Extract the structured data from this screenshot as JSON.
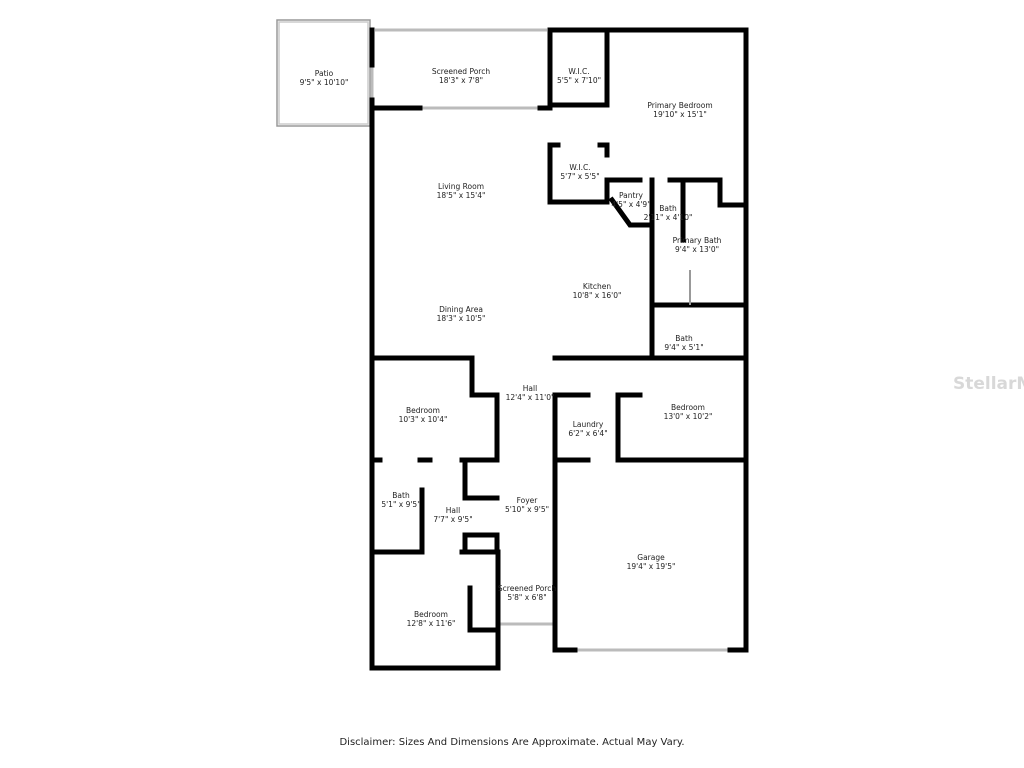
{
  "rooms": [
    {
      "name": "Patio",
      "size": "9'5\" x 10'10\""
    },
    {
      "name": "Screened Porch",
      "size": "18'3\" x 7'8\""
    },
    {
      "name": "W.I.C.",
      "size": "5'5\" x 7'10\""
    },
    {
      "name": "Primary Bedroom",
      "size": "19'10\" x 15'1\""
    },
    {
      "name": "W.I.C.",
      "size": "5'7\" x 5'5\""
    },
    {
      "name": "Living Room",
      "size": "18'5\" x 15'4\""
    },
    {
      "name": "Pantry",
      "size": "4'5\" x 4'9\""
    },
    {
      "name": "Bath",
      "size": "2'11\" x 4'10\""
    },
    {
      "name": "Primary Bath",
      "size": "9'4\" x 13'0\""
    },
    {
      "name": "Kitchen",
      "size": "10'8\" x 16'0\""
    },
    {
      "name": "Dining Area",
      "size": "18'3\" x 10'5\""
    },
    {
      "name": "Bath",
      "size": "9'4\" x 5'1\""
    },
    {
      "name": "Hall",
      "size": "12'4\" x 11'0\""
    },
    {
      "name": "Bedroom",
      "size": "10'3\" x 10'4\""
    },
    {
      "name": "Laundry",
      "size": "6'2\" x 6'4\""
    },
    {
      "name": "Bedroom",
      "size": "13'0\" x 10'2\""
    },
    {
      "name": "Bath",
      "size": "5'1\" x 9'5\""
    },
    {
      "name": "Hall",
      "size": "7'7\" x 9'5\""
    },
    {
      "name": "Foyer",
      "size": "5'10\" x 9'5\""
    },
    {
      "name": "Garage",
      "size": "19'4\" x 19'5\""
    },
    {
      "name": "Screened Porch",
      "size": "5'8\" x 6'8\""
    },
    {
      "name": "Bedroom",
      "size": "12'8\" x 11'6\""
    }
  ],
  "watermark": "StellarMLS",
  "disclaimer": "Disclaimer: Sizes And Dimensions Are Approximate. Actual May Vary."
}
